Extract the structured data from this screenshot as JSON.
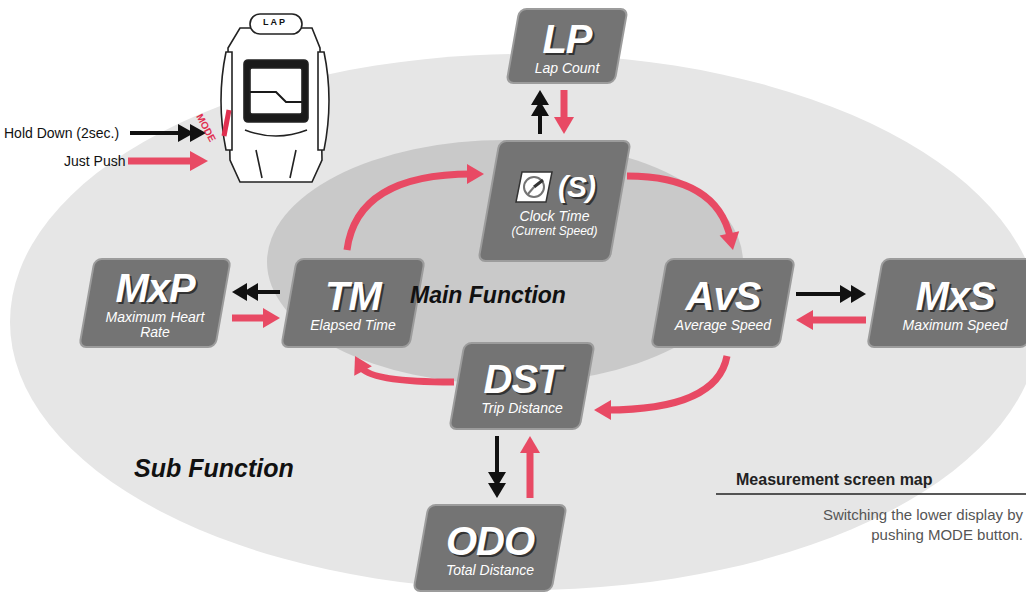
{
  "diagram": {
    "nodes": [
      {
        "text": [
          "LP",
          "Lap Count"
        ]
      },
      {
        "text": [
          "(S)",
          "Clock Time",
          "(Current Speed)"
        ]
      },
      {
        "text": [
          "MxP",
          "Maximum Heart Rate"
        ]
      },
      {
        "text": [
          "TM",
          "Elapsed Time"
        ]
      },
      {
        "text": [
          "AvS",
          "Average Speed"
        ]
      },
      {
        "text": [
          "MxS",
          "Maximum Speed"
        ]
      },
      {
        "text": [
          "DST",
          "Trip Distance"
        ]
      },
      {
        "text": [
          "ODO",
          "Total Distance"
        ]
      }
    ],
    "edges": [
      {
        "from": 1,
        "to": 0,
        "arrow": "to"
      },
      {
        "from": 0,
        "to": 1,
        "arrow": "to"
      },
      {
        "from": 1,
        "to": 4,
        "arrow": "to"
      },
      {
        "from": 4,
        "to": 5,
        "arrow": "to"
      },
      {
        "from": 5,
        "to": 4,
        "arrow": "to"
      },
      {
        "from": 4,
        "to": 6,
        "arrow": "to"
      },
      {
        "from": 6,
        "to": 7,
        "arrow": "to"
      },
      {
        "from": 7,
        "to": 6,
        "arrow": "to"
      },
      {
        "from": 6,
        "to": 3,
        "arrow": "to"
      },
      {
        "from": 3,
        "to": 2,
        "arrow": "to"
      },
      {
        "from": 2,
        "to": 3,
        "arrow": "to"
      },
      {
        "from": 3,
        "to": 1,
        "arrow": "to"
      }
    ],
    "labels": [
      "LAP",
      "MODE",
      "Main Function",
      "Sub Function",
      "Measurement screen map",
      "Switching the lower display by pushing MODE button."
    ],
    "legend": [
      {
        "text": "Hold Down (2sec.)"
      },
      {
        "text": "Just Push"
      }
    ]
  }
}
